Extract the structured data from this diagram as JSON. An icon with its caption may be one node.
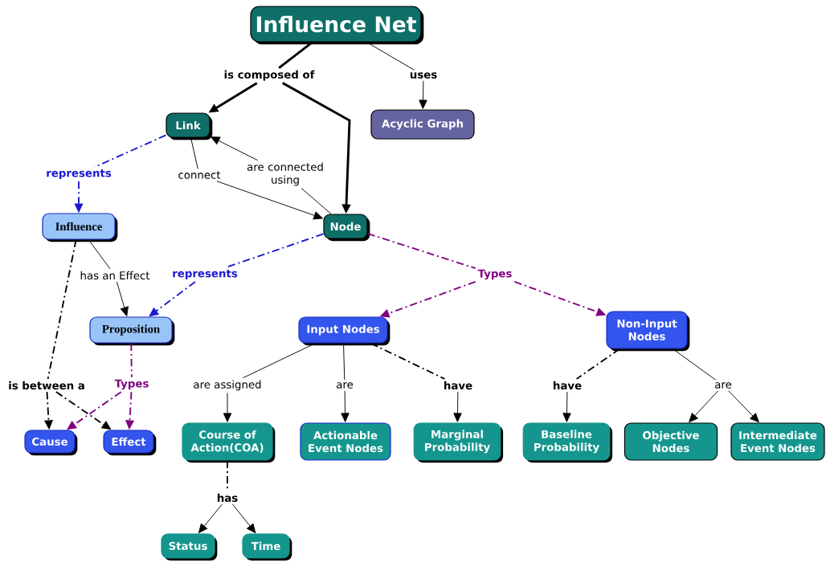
{
  "diagram": {
    "nodes": [
      {
        "text": [
          "Influence Net"
        ]
      },
      {
        "text": [
          "is composed of"
        ]
      },
      {
        "text": [
          "uses"
        ]
      },
      {
        "text": [
          "Link"
        ]
      },
      {
        "text": [
          "Acyclic Graph"
        ]
      },
      {
        "text": [
          "represents"
        ]
      },
      {
        "text": [
          "connect"
        ]
      },
      {
        "text": [
          "are connected using"
        ]
      },
      {
        "text": [
          "Influence"
        ]
      },
      {
        "text": [
          "Node"
        ]
      },
      {
        "text": [
          "has an Effect"
        ]
      },
      {
        "text": [
          "represents"
        ]
      },
      {
        "text": [
          "Types"
        ]
      },
      {
        "text": [
          "Proposition"
        ]
      },
      {
        "text": [
          "Input Nodes"
        ]
      },
      {
        "text": [
          "Non-Input Nodes"
        ]
      },
      {
        "text": [
          "is between a"
        ]
      },
      {
        "text": [
          "Types"
        ]
      },
      {
        "text": [
          "are assigned"
        ]
      },
      {
        "text": [
          "are"
        ]
      },
      {
        "text": [
          "have"
        ]
      },
      {
        "text": [
          "have"
        ]
      },
      {
        "text": [
          "are"
        ]
      },
      {
        "text": [
          "Cause"
        ]
      },
      {
        "text": [
          "Effect"
        ]
      },
      {
        "text": [
          "Course of Action(COA)"
        ]
      },
      {
        "text": [
          "Actionable Event Nodes"
        ]
      },
      {
        "text": [
          "Marginal Probability"
        ]
      },
      {
        "text": [
          "Baseline Probability"
        ]
      },
      {
        "text": [
          "Objective Nodes"
        ]
      },
      {
        "text": [
          "Intermediate Event Nodes"
        ]
      },
      {
        "text": [
          "has"
        ]
      },
      {
        "text": [
          "Status"
        ]
      },
      {
        "text": [
          "Time"
        ]
      }
    ],
    "edges": [
      {
        "from": 0,
        "to": 1,
        "arrow": "none",
        "style": "thick"
      },
      {
        "from": 0,
        "to": 2,
        "arrow": "none"
      },
      {
        "from": 1,
        "to": 3,
        "arrow": "to",
        "style": "thick"
      },
      {
        "from": 1,
        "to": 9,
        "arrow": "to",
        "style": "thick"
      },
      {
        "from": 2,
        "to": 4,
        "arrow": "to"
      },
      {
        "from": 3,
        "to": 5,
        "arrow": "none",
        "style": "dashed",
        "color": "#1a1ad0"
      },
      {
        "from": 5,
        "to": 8,
        "arrow": "to",
        "style": "dashed",
        "color": "#1a1ad0"
      },
      {
        "from": 3,
        "to": 6,
        "arrow": "none"
      },
      {
        "from": 6,
        "to": 9,
        "arrow": "to"
      },
      {
        "from": 9,
        "to": 7,
        "arrow": "none"
      },
      {
        "from": 7,
        "to": 3,
        "arrow": "to"
      },
      {
        "from": 8,
        "to": 10,
        "arrow": "none"
      },
      {
        "from": 10,
        "to": 13,
        "arrow": "to"
      },
      {
        "from": 9,
        "to": 11,
        "arrow": "none",
        "style": "dashed",
        "color": "#1a1ad0"
      },
      {
        "from": 11,
        "to": 13,
        "arrow": "to",
        "style": "dashed",
        "color": "#1a1ad0"
      },
      {
        "from": 9,
        "to": 12,
        "arrow": "none",
        "style": "dashed",
        "color": "#800080"
      },
      {
        "from": 12,
        "to": 14,
        "arrow": "to",
        "style": "dashed",
        "color": "#800080"
      },
      {
        "from": 12,
        "to": 15,
        "arrow": "to",
        "style": "dashed",
        "color": "#800080"
      },
      {
        "from": 8,
        "to": 16,
        "arrow": "none",
        "style": "dashed"
      },
      {
        "from": 16,
        "to": 23,
        "arrow": "to",
        "style": "dashed"
      },
      {
        "from": 16,
        "to": 24,
        "arrow": "to",
        "style": "dashed"
      },
      {
        "from": 13,
        "to": 17,
        "arrow": "none",
        "style": "dashed",
        "color": "#800080"
      },
      {
        "from": 17,
        "to": 23,
        "arrow": "to",
        "style": "dashed",
        "color": "#800080"
      },
      {
        "from": 17,
        "to": 24,
        "arrow": "to",
        "style": "dashed",
        "color": "#800080"
      },
      {
        "from": 14,
        "to": 18,
        "arrow": "none"
      },
      {
        "from": 18,
        "to": 25,
        "arrow": "to"
      },
      {
        "from": 14,
        "to": 19,
        "arrow": "none"
      },
      {
        "from": 19,
        "to": 26,
        "arrow": "to"
      },
      {
        "from": 14,
        "to": 20,
        "arrow": "none",
        "style": "dashed"
      },
      {
        "from": 20,
        "to": 27,
        "arrow": "to"
      },
      {
        "from": 15,
        "to": 21,
        "arrow": "none",
        "style": "dashed"
      },
      {
        "from": 21,
        "to": 28,
        "arrow": "to"
      },
      {
        "from": 15,
        "to": 22,
        "arrow": "none"
      },
      {
        "from": 22,
        "to": 29,
        "arrow": "to"
      },
      {
        "from": 22,
        "to": 30,
        "arrow": "to"
      },
      {
        "from": 25,
        "to": 31,
        "arrow": "none",
        "style": "dashed"
      },
      {
        "from": 31,
        "to": 32,
        "arrow": "to"
      },
      {
        "from": 31,
        "to": 33,
        "arrow": "to"
      }
    ]
  }
}
